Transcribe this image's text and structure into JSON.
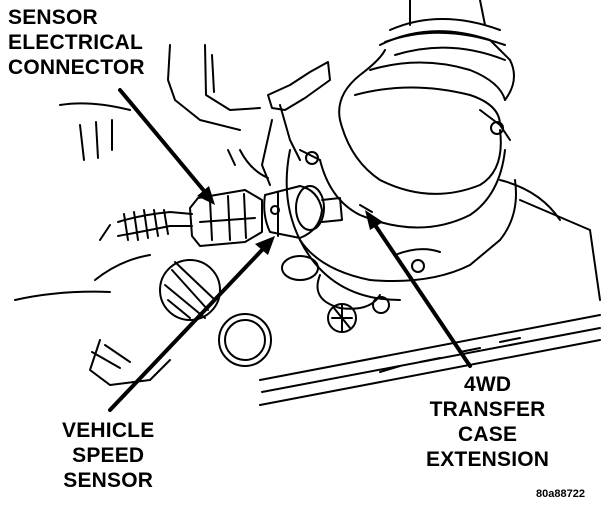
{
  "callouts": {
    "sensor_connector": [
      "SENSOR",
      "ELECTRICAL",
      "CONNECTOR"
    ],
    "speed_sensor": [
      "VEHICLE",
      "SPEED",
      "SENSOR"
    ],
    "transfer_case": [
      "4WD",
      "TRANSFER",
      "CASE",
      "EXTENSION"
    ]
  },
  "figure_code": "80a88722",
  "colors": {
    "ink": "#000000",
    "paper": "#ffffff"
  }
}
